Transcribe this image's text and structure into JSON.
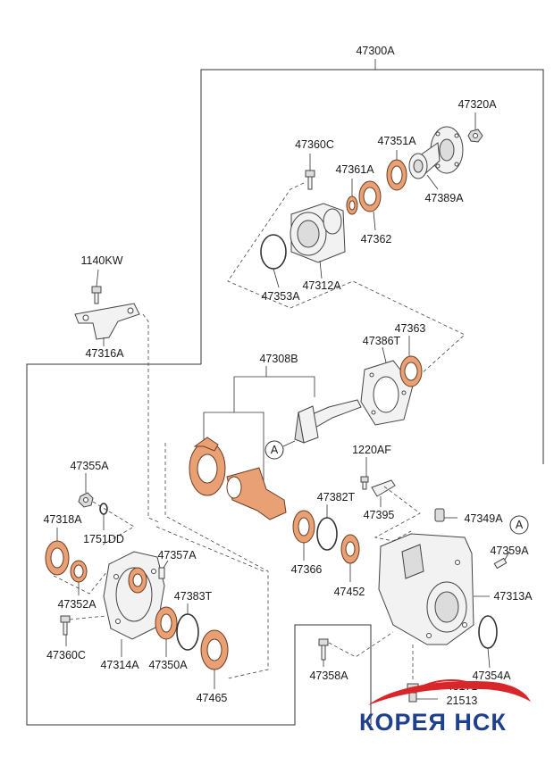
{
  "colors": {
    "seal": "#e8a074",
    "watermark_blue": "#1f3f8f",
    "watermark_red": "#d9262a"
  },
  "labels": {
    "l47300A": "47300A",
    "l47320A": "47320A",
    "l47360C_top": "47360C",
    "l47351A": "47351A",
    "l47361A": "47361A",
    "l47389A": "47389A",
    "l47362": "47362",
    "l47353A": "47353A",
    "l47312A": "47312A",
    "l1140KW": "1140KW",
    "l47316A": "47316A",
    "l47363": "47363",
    "l47386T": "47386T",
    "l47308B": "47308B",
    "lA_top": "A",
    "l1220AF": "1220AF",
    "l47355A": "47355A",
    "l47382T": "47382T",
    "l47395": "47395",
    "l47349A": "47349A",
    "lA_right": "A",
    "l47318A": "47318A",
    "l1751DD": "1751DD",
    "l47357A": "47357A",
    "l47359A": "47359A",
    "l47383T": "47383T",
    "l47366": "47366",
    "l47452": "47452",
    "l47313A": "47313A",
    "l47352A": "47352A",
    "l47360C_bottom": "47360C",
    "l47314A": "47314A",
    "l47350A": "47350A",
    "l47354A": "47354A",
    "l47465": "47465",
    "l47358A": "47358A",
    "l43171": "43171",
    "l21513": "21513"
  },
  "watermark": {
    "text": "КОРЕЯ НСК"
  }
}
